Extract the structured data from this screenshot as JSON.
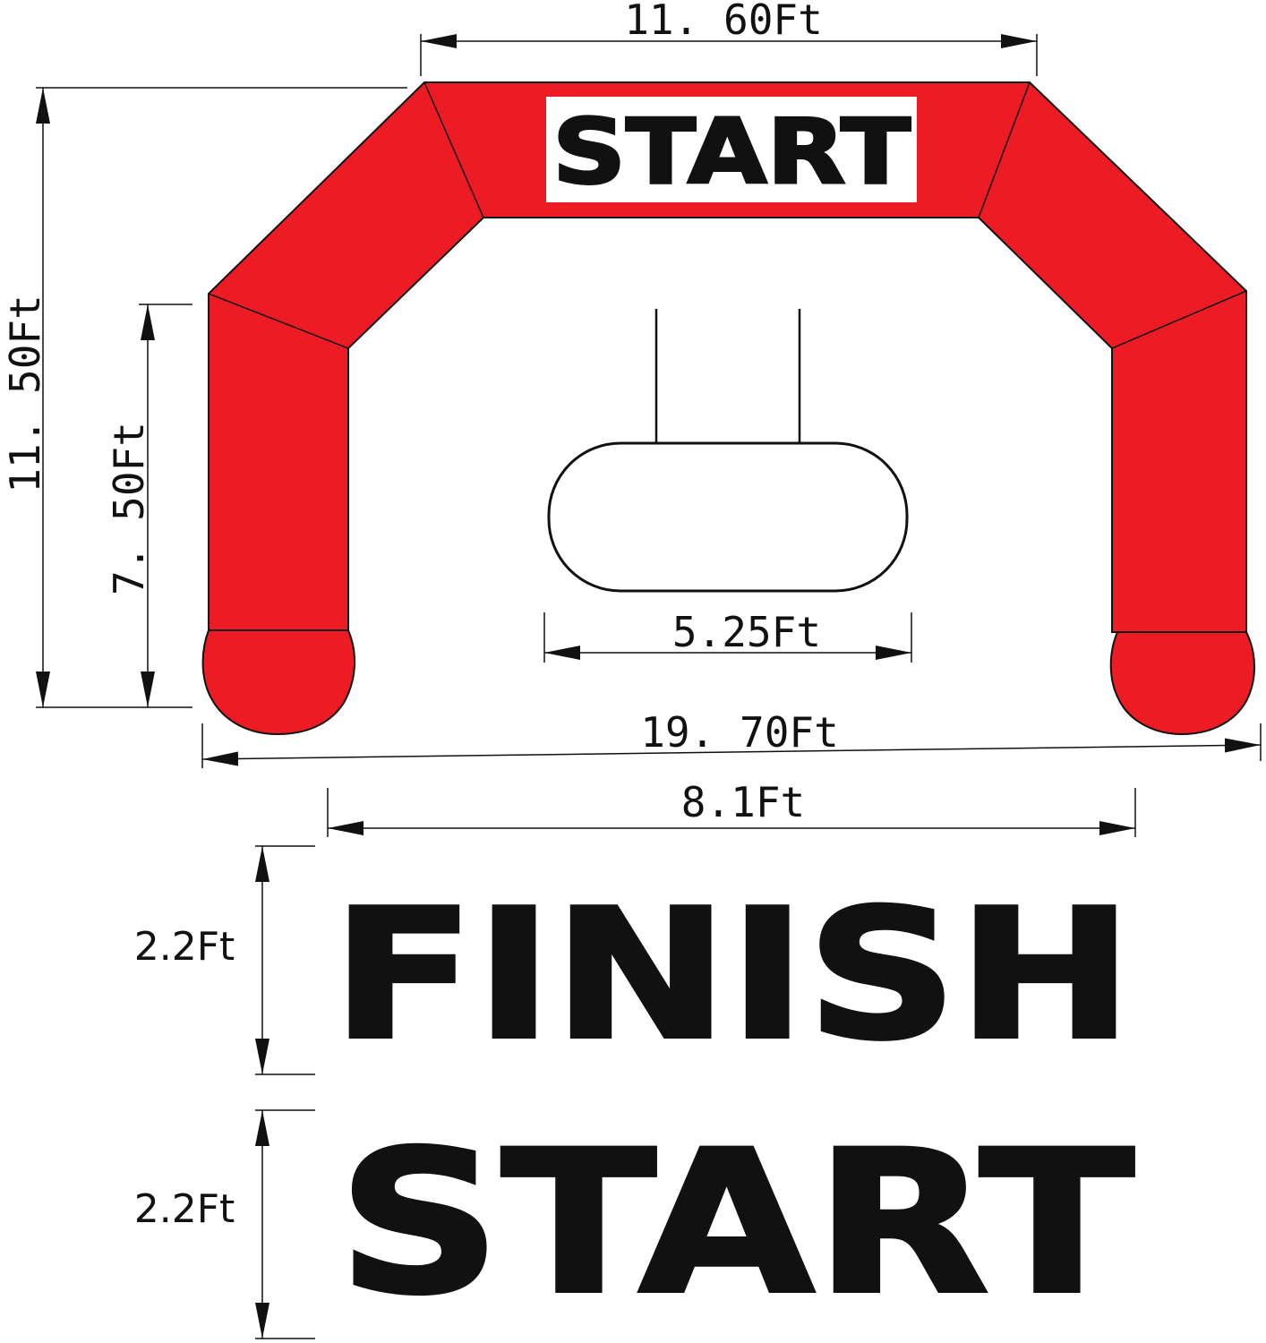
{
  "colors": {
    "arch": "#ed1c24",
    "outline": "#111111",
    "background": "#ffffff"
  },
  "arch": {
    "banner_text": "START",
    "hanging_sign_text": ""
  },
  "dimensions": {
    "top_width": "11. 60Ft",
    "total_height": "11. 50Ft",
    "leg_height": "7. 50Ft",
    "sign_width": "5.25Ft",
    "base_width": "19. 70Ft",
    "banner_width": "8.1Ft",
    "finish_banner_height": "2.2Ft",
    "start_banner_height": "2.2Ft"
  },
  "banners": [
    {
      "text": "FINISH"
    },
    {
      "text": "START"
    }
  ]
}
